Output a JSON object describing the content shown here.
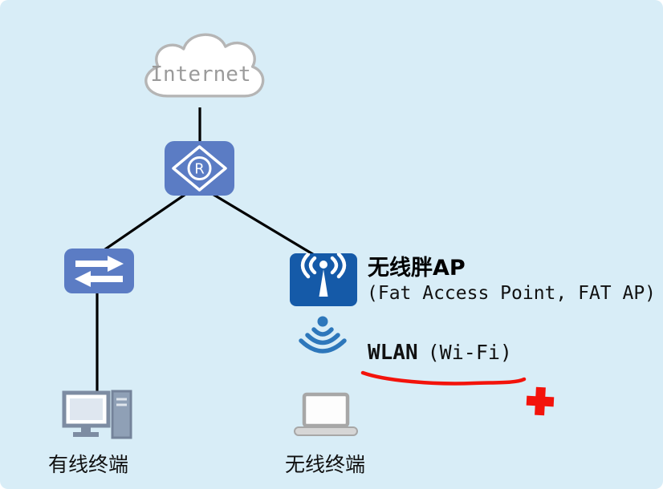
{
  "canvas": {
    "background": "#d8edf7"
  },
  "colors": {
    "router_switch_blue": "#5b7cc4",
    "ap_blue": "#155aa8",
    "wifi_blue": "#2d77bb",
    "connector_black": "#000000",
    "annotation_red": "#f3130b",
    "cloud_stroke": "#b5b5b5",
    "internet_text_gray": "#9b9b9b",
    "device_gray": "#7d8ca2"
  },
  "cloud": {
    "label": "Internet"
  },
  "router": {
    "badge_letter": "R"
  },
  "ap": {
    "title": "无线胖AP",
    "subtitle": "(Fat Access Point, FAT AP)"
  },
  "wlan": {
    "label_bold": "WLAN",
    "label_rest": "(Wi-Fi)"
  },
  "terminals": {
    "wired": "有线终端",
    "wireless": "无线终端"
  }
}
